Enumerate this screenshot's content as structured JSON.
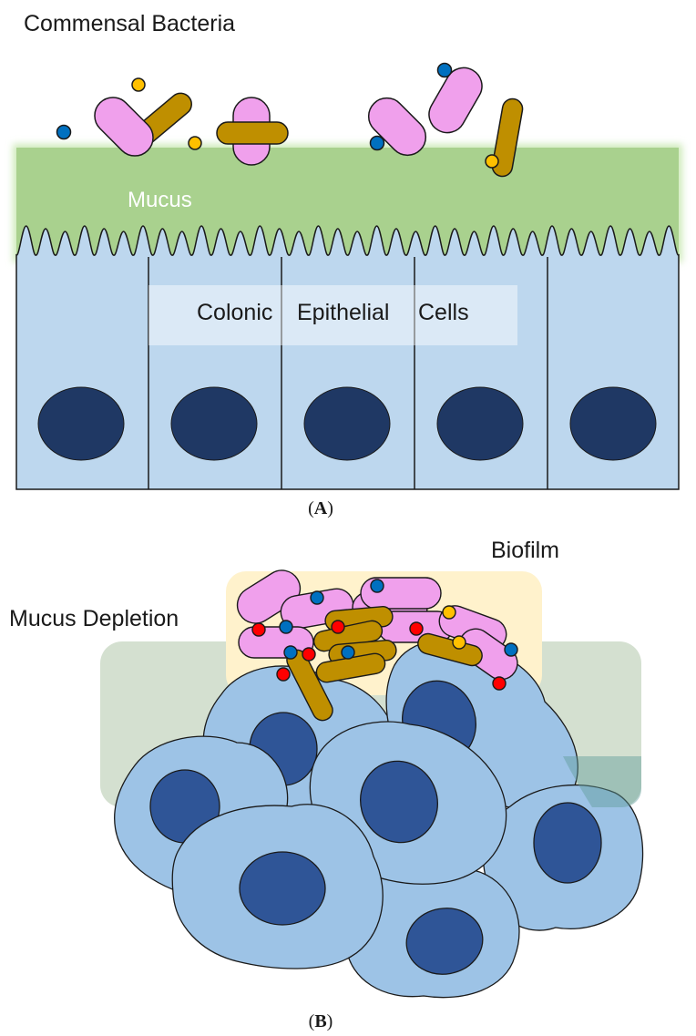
{
  "panel_a": {
    "panel_label": "A",
    "title": "Commensal Bacteria",
    "mucus_label": "Mucus",
    "cells_label": [
      "Colonic",
      "Epithelial",
      "Cells"
    ]
  },
  "panel_b": {
    "panel_label": "B",
    "biofilm_label": "Biofilm",
    "depletion_label": "Mucus Depletion"
  },
  "colors": {
    "mucus": "#a9d18e",
    "epithelial_cell": "#bdd7ee",
    "nucleus": "#1f3864",
    "cell_b": "#9dc3e6",
    "nucleus_b": "#2f5597",
    "bacteria_pink": "#f0a0ec",
    "bacteria_rod": "#bf8f00",
    "dot_blue": "#0070c0",
    "dot_yellow": "#ffc000",
    "dot_red": "#ff0000",
    "biofilm": "#fff2cc",
    "depletion_zone": "#c5d6c0"
  }
}
